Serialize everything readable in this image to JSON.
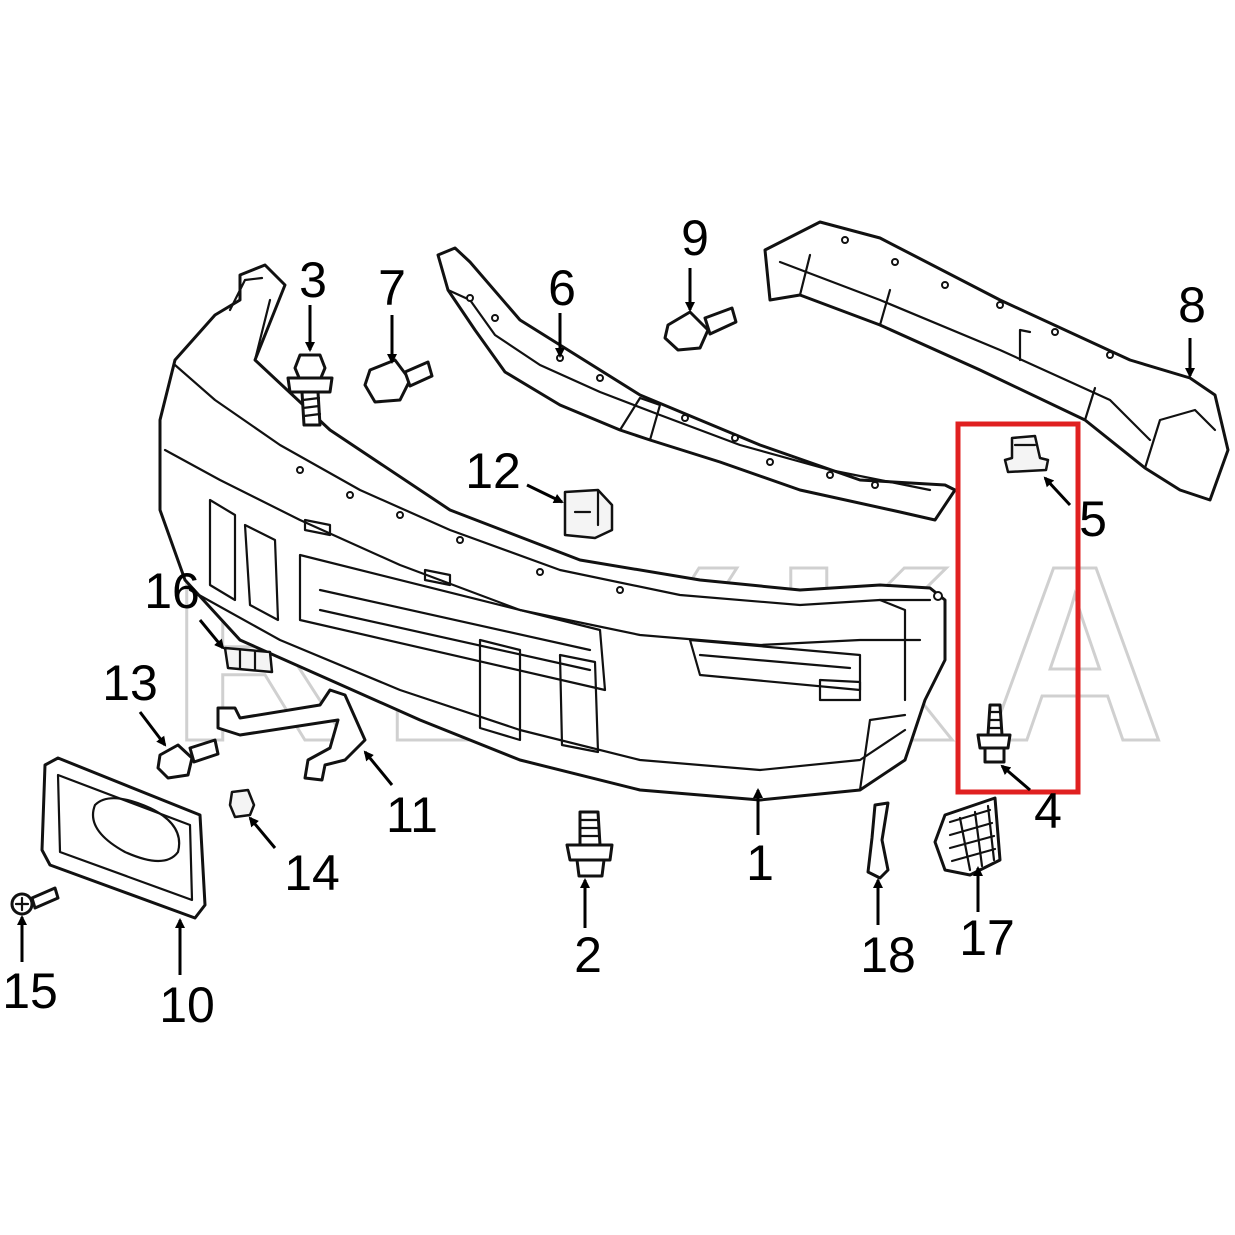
{
  "diagram": {
    "watermark": "REXKA",
    "highlight_color": "#e02020",
    "callouts": [
      {
        "id": "1",
        "label": "1"
      },
      {
        "id": "2",
        "label": "2"
      },
      {
        "id": "3",
        "label": "3"
      },
      {
        "id": "4",
        "label": "4"
      },
      {
        "id": "5",
        "label": "5"
      },
      {
        "id": "6",
        "label": "6"
      },
      {
        "id": "7",
        "label": "7"
      },
      {
        "id": "8",
        "label": "8"
      },
      {
        "id": "9",
        "label": "9"
      },
      {
        "id": "10",
        "label": "10"
      },
      {
        "id": "11",
        "label": "11"
      },
      {
        "id": "12",
        "label": "12"
      },
      {
        "id": "13",
        "label": "13"
      },
      {
        "id": "14",
        "label": "14"
      },
      {
        "id": "15",
        "label": "15"
      },
      {
        "id": "16",
        "label": "16"
      },
      {
        "id": "17",
        "label": "17"
      },
      {
        "id": "18",
        "label": "18"
      }
    ]
  }
}
